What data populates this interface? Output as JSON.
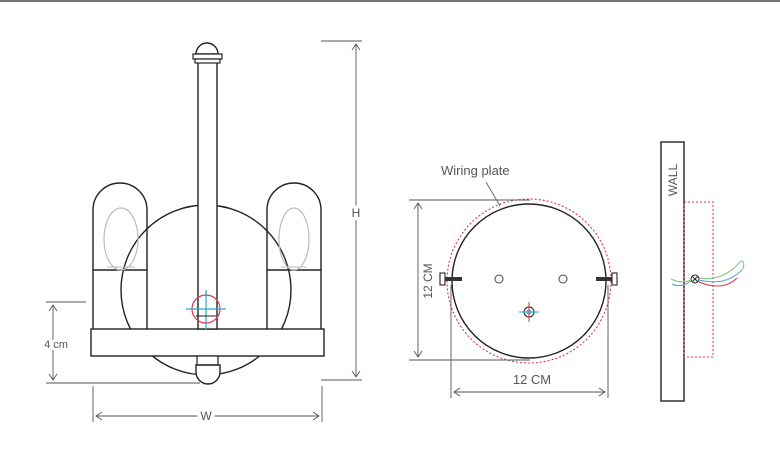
{
  "labels": {
    "height": "H",
    "width": "W",
    "bottom_offset": "4 cm",
    "wiring_plate": "Wiring plate",
    "plate_height": "12 CM",
    "plate_width": "12 CM",
    "wall": "WALL"
  },
  "colors": {
    "line": "#222222",
    "dotted_outline": "#d9394a",
    "crosshair_red": "#d9394a",
    "crosshair_blue": "#2aa6c9",
    "wire_green": "#7cc47c",
    "wire_blue": "#5a9fd4",
    "wire_red": "#d9394a"
  }
}
